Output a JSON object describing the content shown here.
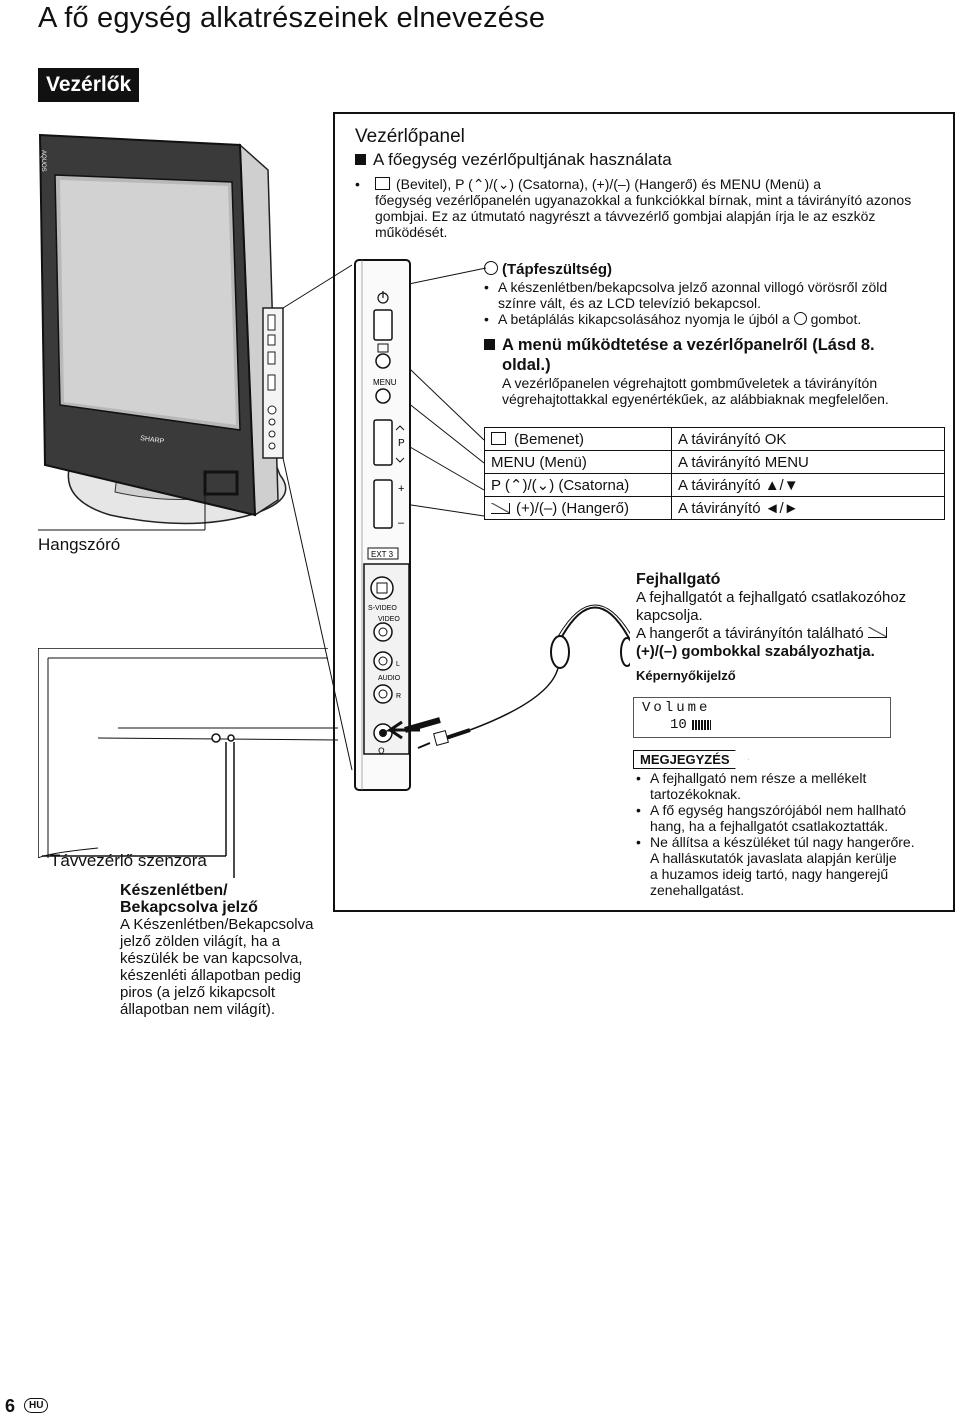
{
  "page": {
    "title": "A fő egység alkatrészeinek elnevezése",
    "section": "Vezérlők",
    "page_number": "6",
    "lang_badge": "HU"
  },
  "tv": {
    "brand_top": "AQUOS",
    "brand_bottom": "SHARP"
  },
  "labels": {
    "speaker": "Hangszóró",
    "remote_sensor": "Távvezérlő szenzora",
    "standby_title_1": "Készenlétben/",
    "standby_title_2": "Bekapcsolva jelző",
    "standby_desc_1": "A Készenlétben/Bekapcsolva",
    "standby_desc_2": "jelző zölden világít, ha a",
    "standby_desc_3": "készülék be van kapcsolva,",
    "standby_desc_4": "készenléti állapotban pedig",
    "standby_desc_5": "piros (a jelző kikapcsolt",
    "standby_desc_6": "állapotban nem világít)."
  },
  "panel": {
    "heading": "Vezérlőpanel",
    "subheading": "A főegység vezérlőpultjának használata",
    "intro_1": "(Bevitel), P (⌃)/(⌄) (Csatorna),   (+)/(–) (Hangerő) és MENU (Menü) a",
    "intro_2": "főegység vezérlőpanelén ugyanazokkal a funkciókkal bírnak, mint a távirányító azonos",
    "intro_3": "gombjai. Ez az útmutató nagyrészt a távvezérlő gombjai alapján írja le az eszköz",
    "intro_4": "működését.",
    "power_title": "(Tápfeszültség)",
    "power_1a": "A készenlétben/bekapcsolva jelző azonnal villogó vörösről zöld",
    "power_1b": "színre vált, és az LCD televízió bekapcsol.",
    "power_2a": "A betáplálás kikapcsolásához nyomja le újból a",
    "power_2b": "gombot.",
    "menu_title_1": "A menü működtetése a vezérlőpanelről (Lásd 8.",
    "menu_title_2": "oldal.)",
    "menu_desc_1": "A vezérlőpanelen végrehajtott gombműveletek a távirányítón",
    "menu_desc_2": "végrehajtottakkal egyenértékűek, az alábbiaknak megfelelően."
  },
  "mapping": [
    {
      "left": "(Bemenet)",
      "right": "A távirányító OK"
    },
    {
      "left": "MENU (Menü)",
      "right": "A távirányító MENU"
    },
    {
      "left": "P (⌃)/(⌄) (Csatorna)",
      "right": "A távirányító ▲/▼"
    },
    {
      "left": "(+)/(–) (Hangerő)",
      "right": "A távirányító ◄/►"
    }
  ],
  "side_panel": {
    "menu": "MENU",
    "p": "P",
    "plus": "+",
    "minus": "–",
    "ext": "EXT 3",
    "svideo": "S-VIDEO",
    "video": "VIDEO",
    "l": "L",
    "audio": "AUDIO",
    "r": "R"
  },
  "headphone": {
    "title": "Fejhallgató",
    "desc_1": "A fejhallgatót a fejhallgató csatlakozóhoz",
    "desc_2": "kapcsolja.",
    "desc_3": "A hangerőt a távirányítón található",
    "desc_4": "(+)/(–) gombokkal szabályozhatja.",
    "osd_label": "Képernyőkijelző",
    "osd_title": "Volume",
    "osd_value": "10",
    "osd_level": 0.1
  },
  "note": {
    "tag": "MEGJEGYZÉS",
    "items": [
      [
        "A fejhallgató nem része a mellékelt",
        "tartozékoknak."
      ],
      [
        "A fő egység hangszórójából nem hallható",
        "hang, ha a fejhallgatót csatlakoztatták."
      ],
      [
        "Ne állítsa a készüléket túl nagy hangerőre.",
        "A hallásкutatók javaslata alapján kerülje",
        "a huzamos ideig tartó, nagy hangerejű",
        "zenehallgatást."
      ]
    ]
  }
}
